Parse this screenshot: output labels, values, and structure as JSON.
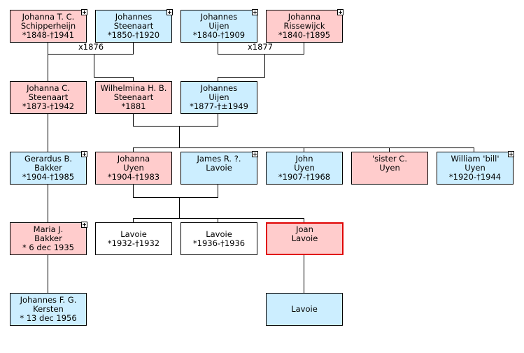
{
  "people": {
    "jtc_schipperheijn": {
      "l1": "Johanna T. C.",
      "l2": "Schipperheijn",
      "l3": "*1848-†1941"
    },
    "j_steenaart": {
      "l1": "Johannes",
      "l2": "Steenaart",
      "l3": "*1850-†1920"
    },
    "j_uijen_sr": {
      "l1": "Johannes",
      "l2": "Uijen",
      "l3": "*1840-†1909"
    },
    "j_rissewijck": {
      "l1": "Johanna",
      "l2": "Rissewijck",
      "l3": "*1840-†1895"
    },
    "jc_steenaart": {
      "l1": "Johanna C.",
      "l2": "Steenaart",
      "l3": "*1873-†1942"
    },
    "whb_steenaart": {
      "l1": "Wilhelmina H. B.",
      "l2": "Steenaart",
      "l3": "*1881"
    },
    "j_uijen_jr": {
      "l1": "Johannes",
      "l2": "Uijen",
      "l3": "*1877-†±1949"
    },
    "gb_bakker": {
      "l1": "Gerardus B.",
      "l2": "Bakker",
      "l3": "*1904-†1985"
    },
    "johanna_uyen": {
      "l1": "Johanna",
      "l2": "Uyen",
      "l3": "*1904-†1983"
    },
    "jr_lavoie": {
      "l1": "James R. ?.",
      "l2": "Lavoie",
      "l3": ""
    },
    "john_uyen": {
      "l1": "John",
      "l2": "Uyen",
      "l3": "*1907-†1968"
    },
    "sister_uyen": {
      "l1": "'sister C.",
      "l2": "Uyen",
      "l3": ""
    },
    "william_uyen": {
      "l1": "William 'bill'",
      "l2": "Uyen",
      "l3": "*1920-†1944"
    },
    "mj_bakker": {
      "l1": "Maria J.",
      "l2": "Bakker",
      "l3": "* 6 dec 1935"
    },
    "lavoie_1932": {
      "l1": "Lavoie",
      "l2": "*1932-†1932"
    },
    "lavoie_1936": {
      "l1": "Lavoie",
      "l2": "*1936-†1936"
    },
    "joan_lavoie": {
      "l1": "Joan",
      "l2": "Lavoie"
    },
    "jfg_kersten": {
      "l1": "Johannes F. G.",
      "l2": "Kersten",
      "l3": "* 13 dec 1956"
    },
    "lavoie_child": {
      "l1": "Lavoie"
    }
  },
  "marriages": {
    "steenaart_marriage": "x1876",
    "uijen_marriage": "x1877"
  },
  "colors": {
    "female": "#ffcccc",
    "male": "#cceeff",
    "unknown": "#ffffff",
    "selected_border": "#e00000"
  }
}
